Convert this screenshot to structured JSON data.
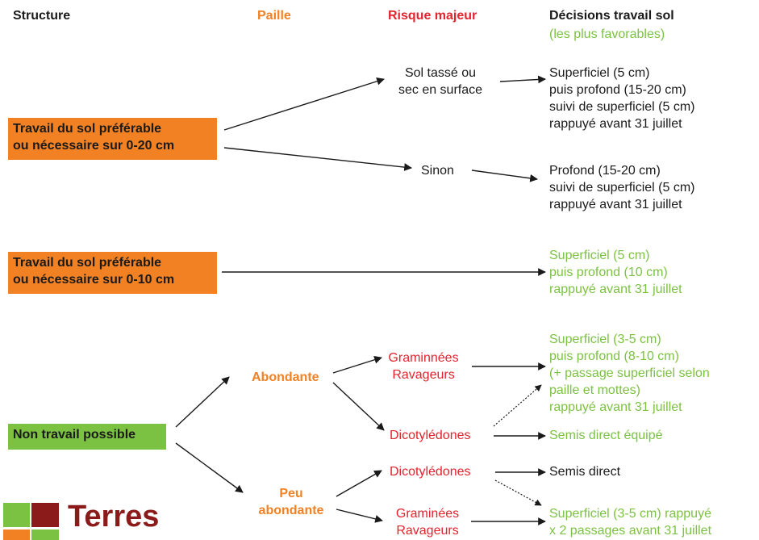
{
  "headers": {
    "structure": "Structure",
    "paille": "Paille",
    "risque": "Risque majeur",
    "decisions": "Décisions travail sol",
    "decisions_sub": "(les plus favorables)"
  },
  "boxes": {
    "box1": [
      "Travail du sol préférable",
      "ou nécessaire  sur 0-20 cm"
    ],
    "box2": [
      "Travail du sol préférable",
      "ou nécessaire  sur 0-10 cm"
    ],
    "box3": "Non travail possible"
  },
  "paille": {
    "abondante": "Abondante",
    "peu": [
      "Peu",
      "abondante"
    ]
  },
  "risques": {
    "sol_tasse": [
      "Sol tassé ou",
      "sec en surface"
    ],
    "sinon": "Sinon",
    "gram1": [
      "Graminnées",
      "Ravageurs"
    ],
    "dico1": "Dicotylédones",
    "dico2": "Dicotylédones",
    "gram2": [
      "Graminées",
      "Ravageurs"
    ]
  },
  "decisions": {
    "d1": [
      "Superficiel (5 cm)",
      "puis profond (15-20 cm)",
      "suivi de superficiel (5 cm)",
      "rappuyé avant 31 juillet"
    ],
    "d2": [
      "Profond (15-20 cm)",
      "suivi de superficiel (5 cm)",
      "rappuyé avant 31 juillet"
    ],
    "d3": [
      "Superficiel (5 cm)",
      "puis profond (10 cm)",
      "rappuyé avant 31 juillet"
    ],
    "d4": [
      "Superficiel (3-5 cm)",
      "puis profond (8-10 cm)",
      "(+ passage superficiel selon",
      "paille et mottes)",
      "rappuyé avant 31 juillet"
    ],
    "d5": "Semis direct équipé",
    "d6": "Semis direct",
    "d7": [
      "Superficiel (3-5 cm) rappuyé",
      "x 2 passages avant 31 juillet"
    ]
  },
  "logo": {
    "text": "Terres",
    "colors": [
      "#7cc242",
      "#8b1a1a",
      "#f28123"
    ]
  }
}
